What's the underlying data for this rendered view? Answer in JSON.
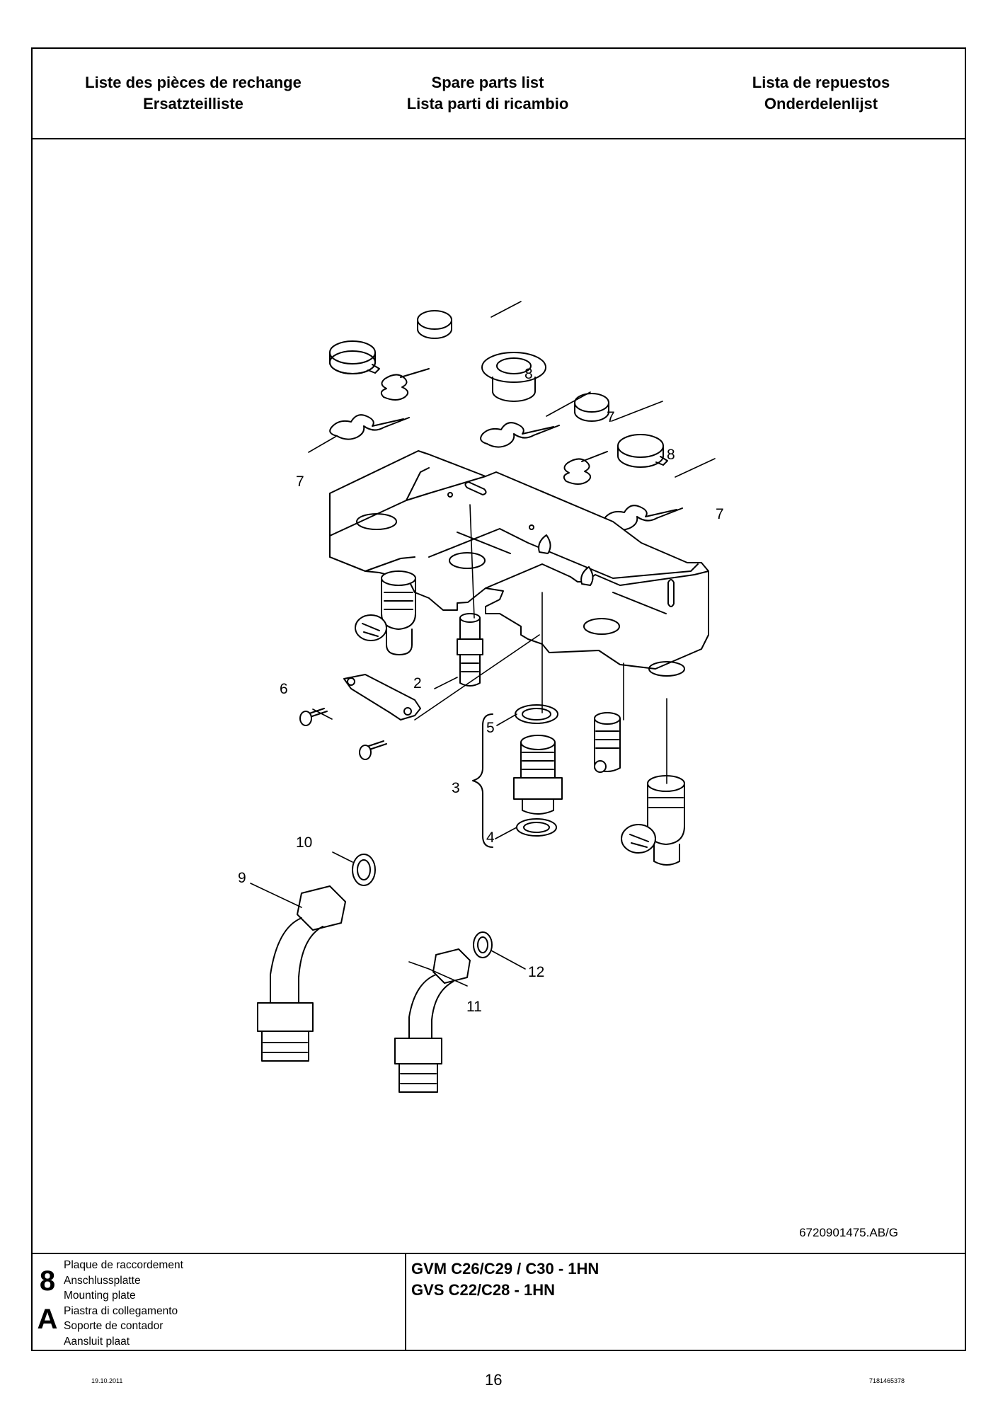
{
  "header": {
    "fr_title": "Liste des pièces de rechange",
    "de_title": "Ersatzteilliste",
    "en_title": "Spare parts list",
    "it_title": "Lista parti di ricambio",
    "es_title": "Lista de repuestos",
    "nl_title": "Onderdelenlijst"
  },
  "drawing": {
    "doc_code": "6720901475.AB/G",
    "callouts": [
      "8",
      "7",
      "7",
      "8",
      "7",
      "2",
      "6",
      "5",
      "3",
      "4",
      "10",
      "9",
      "12",
      "11"
    ]
  },
  "footer": {
    "section_number": "8",
    "section_letter": "A",
    "part_names": [
      "Plaque de raccordement",
      "Anschlussplatte",
      "Mounting plate",
      "Piastra di collegamento",
      "Soporte de contador",
      "Aansluit plaat"
    ],
    "models_line1": "GVM C26/C29 / C30 - 1HN",
    "models_line2": "GVS C22/C28 - 1HN"
  },
  "page": {
    "date": "19.10.2011",
    "page_number": "16",
    "reference": "7181465378"
  }
}
